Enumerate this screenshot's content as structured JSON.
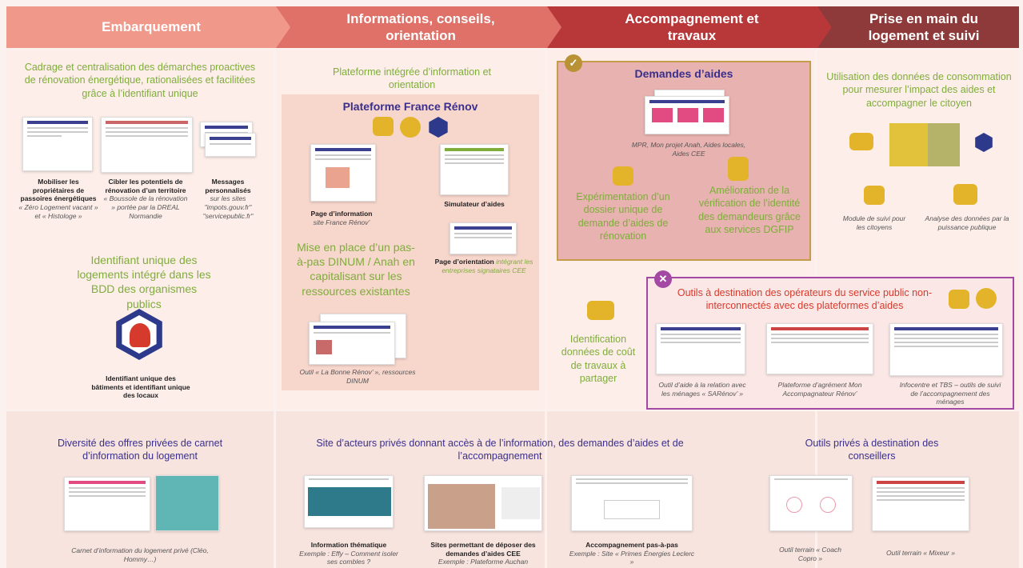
{
  "headers": [
    {
      "label": "Embarquement",
      "color": "#f0988a"
    },
    {
      "label": "Informations, conseils,\norientation",
      "color": "#df7168"
    },
    {
      "label": "Accompagnement et\ntravaux",
      "color": "#b8383a"
    },
    {
      "label": "Prise en main du\nlogement et suivi",
      "color": "#8f3a3a"
    }
  ],
  "col1": {
    "intro": "Cadrage et centralisation des démarches proactives de rénovation énergétique, rationalisées et facilitées grâce à l’identifiant unique",
    "items": [
      {
        "title": "Mobiliser les propriétaires de passoires énergétiques",
        "note": "« Zéro Logement vacant » et « Histologe »"
      },
      {
        "title": "Cibler les potentiels de rénovation d’un territoire",
        "note": "« Boussole de la rénovation » portée par la DREAL Normandie"
      },
      {
        "title": "Messages personnalisés",
        "note": "sur les sites \"impots.gouv.fr\" \"servicepublic.fr\""
      }
    ],
    "id_title": "Identifiant unique des logements intégré dans les BDD des organismes publics",
    "id_caption": "Identifiant unique des bâtiments et identifiant unique des locaux"
  },
  "col2": {
    "intro": "Plateforme intégrée d’information et orientation",
    "platform": "Plateforme France Rénov",
    "page_info": "Page d’information",
    "page_info_note": "site France Rénov’",
    "simulator": "Simulateur d’aides",
    "pas_a_pas": "Mise en place d’un pas-à-pas DINUM / Anah en capitalisant sur les ressources existantes",
    "orientation": "Page d’orientation",
    "orientation_note": "intégrant les entreprises signataires CEE",
    "outil": "Outil « La Bonne Rénov’ », ressources DINUM"
  },
  "col3": {
    "demandes": "Demandes d’aides",
    "demandes_caption": "MPR, Mon projet Anah, Aides locales, Aides CEE",
    "exp": "Expérimentation d’un dossier unique de demande d’aides de rénovation",
    "amelio": "Amélioration de la vérification de l’identité des demandeurs grâce aux services DGFIP",
    "ident": "Identification données de coût de travaux à partager",
    "tick": "✓"
  },
  "col4": {
    "intro": "Utilisation des données de consommation pour mesurer l’impact des aides et accompagner le citoyen",
    "module": "Module de suivi pour les citoyens",
    "analyse": "Analyse des données par la puissance publique"
  },
  "outils": {
    "title": "Outils à destination des opérateurs du service public non-interconnectés avec des plateformes d’aides",
    "cross": "✕",
    "items": [
      {
        "label": "Outil d’aide à la relation avec les ménages « SARénov’ »"
      },
      {
        "label": "Plateforme d’agrément Mon Accompagnateur Rénov’"
      },
      {
        "label": "Infocentre et TBS – outils de suivi de l’accompagnement des ménages"
      }
    ]
  },
  "bottom": {
    "b1": {
      "title": "Diversité des offres privées de carnet d’information du logement",
      "caption": "Carnet d’information du logement privé (Cléo, Hommy…)"
    },
    "b2": {
      "title": "Site d’acteurs privés donnant accès à de l’information, des demandes d’aides et de l’accompagnement",
      "items": [
        {
          "title": "Information thématique",
          "note": "Exemple : Effy – Comment isoler ses combles ?"
        },
        {
          "title": "Sites permettant de déposer des demandes d’aides CEE",
          "note": "Exemple : Plateforme Auchan"
        },
        {
          "title": "Accompagnement pas-à-pas",
          "note": "Exemple : Site « Primes Énergies Leclerc »"
        }
      ]
    },
    "b3": {
      "title": "Outils privés à destination des conseillers",
      "items": [
        {
          "note": "Outil terrain « Coach Copro »"
        },
        {
          "note": "Outil terrain « Mixeur »"
        }
      ]
    }
  }
}
